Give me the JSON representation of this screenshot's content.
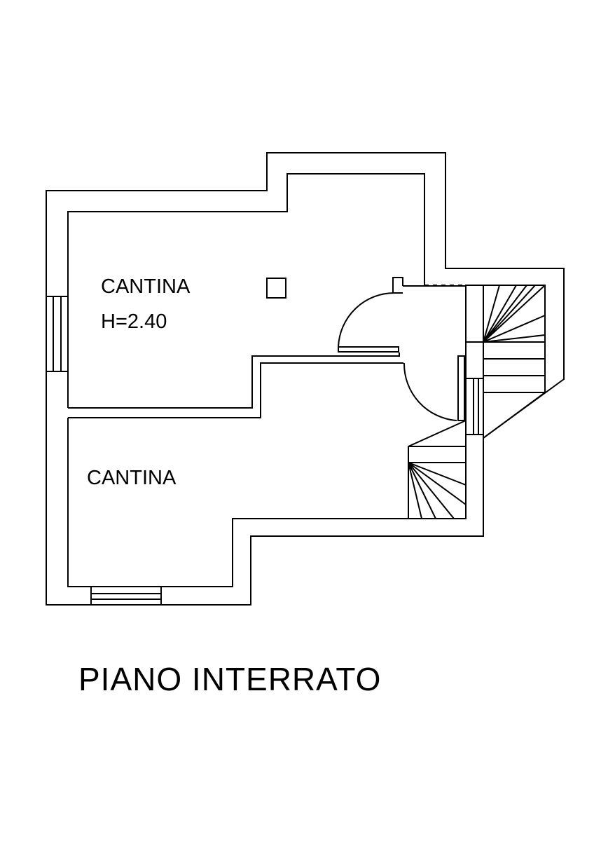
{
  "rooms": {
    "upper": {
      "name": "CANTINA",
      "height_note": "H=2.40"
    },
    "lower": {
      "name": "CANTINA"
    }
  },
  "plan_title": "PIANO INTERRATO",
  "colors": {
    "line": "#000000",
    "background": "#ffffff"
  }
}
